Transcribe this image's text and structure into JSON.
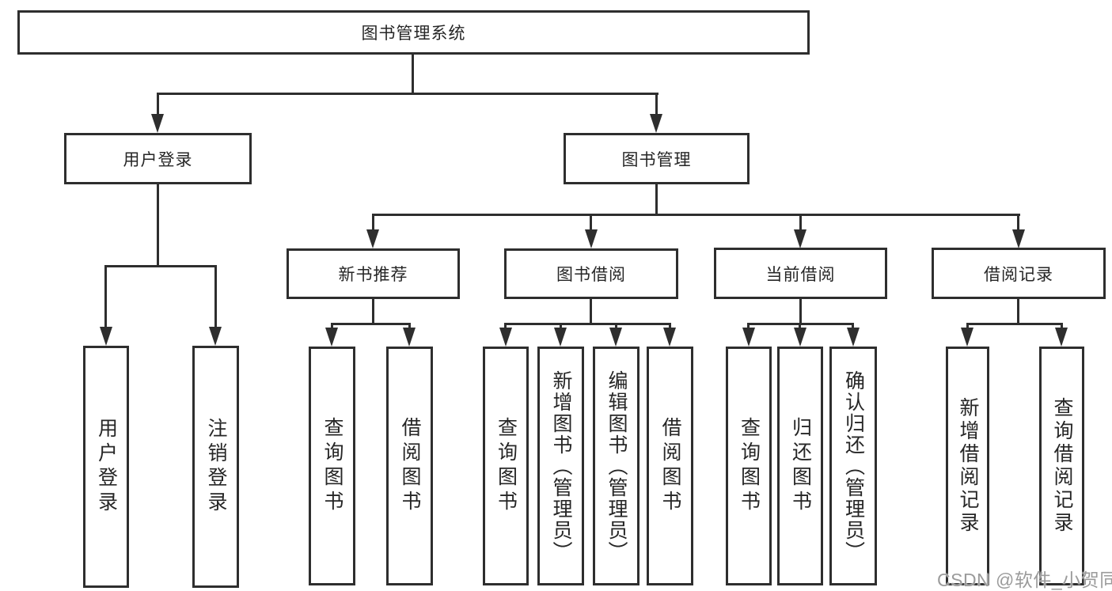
{
  "colors": {
    "line": "#2e2e2e",
    "text": "#262626",
    "background": "#ffffff",
    "watermark_color": "#9b9b9b"
  },
  "diagram": {
    "root": "图书管理系统",
    "branches": [
      {
        "label": "用户登录",
        "leaves": [
          "用户登录",
          "注销登录"
        ]
      },
      {
        "label": "图书管理",
        "children": [
          {
            "label": "新书推荐",
            "leaves": [
              "查询图书",
              "借阅图书"
            ]
          },
          {
            "label": "图书借阅",
            "leaves": [
              "查询图书",
              "新增图书（管理员）",
              "编辑图书（管理员）",
              "借阅图书"
            ]
          },
          {
            "label": "当前借阅",
            "leaves": [
              "查询图书",
              "归还图书",
              "确认归还（管理员）"
            ]
          },
          {
            "label": "借阅记录",
            "leaves": [
              "新增借阅记录",
              "查询借阅记录"
            ]
          }
        ]
      }
    ]
  },
  "watermark": "CSDN @软件_小贺同学"
}
